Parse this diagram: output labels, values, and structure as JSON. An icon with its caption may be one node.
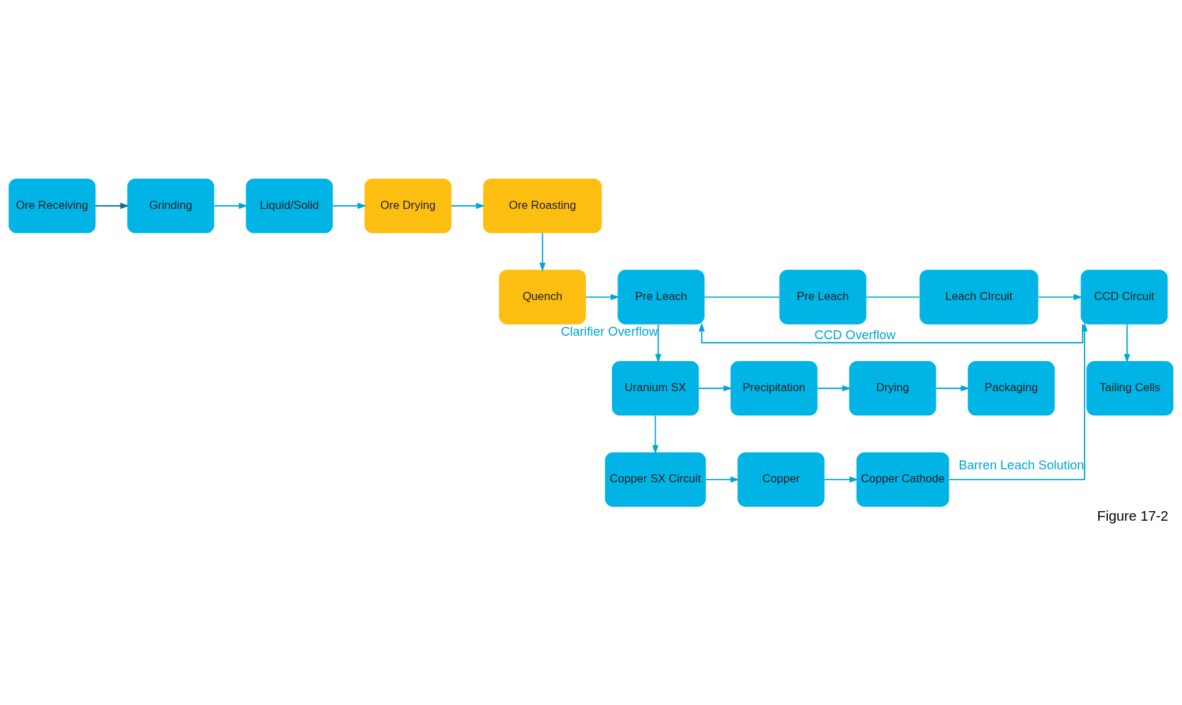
{
  "diagram": {
    "caption": "Figure 17-2",
    "nodes": [
      {
        "text": [
          "Ore Receiving"
        ]
      },
      {
        "text": [
          "Grinding"
        ]
      },
      {
        "text": [
          "Liquid/Solid"
        ]
      },
      {
        "text": [
          "Ore Drying"
        ]
      },
      {
        "text": [
          "Ore Roasting"
        ]
      },
      {
        "text": [
          "Quench"
        ]
      },
      {
        "text": [
          "Pre Leach"
        ]
      },
      {
        "text": [
          "Pre Leach"
        ]
      },
      {
        "text": [
          "Leach CIrcuit"
        ]
      },
      {
        "text": [
          "CCD Circuit"
        ]
      },
      {
        "text": [
          "Tailing Cells"
        ]
      },
      {
        "text": [
          "Uranium SX"
        ]
      },
      {
        "text": [
          "Precipitation"
        ]
      },
      {
        "text": [
          "Drying"
        ]
      },
      {
        "text": [
          "Packaging"
        ]
      },
      {
        "text": [
          "Copper SX Circuit"
        ]
      },
      {
        "text": [
          "Copper"
        ]
      },
      {
        "text": [
          "Copper Cathode"
        ]
      }
    ],
    "edges": [
      {
        "from": 0,
        "to": 1,
        "arrow": "to",
        "color": "#0e6f8f"
      },
      {
        "from": 1,
        "to": 2,
        "arrow": "to"
      },
      {
        "from": 2,
        "to": 3,
        "arrow": "to"
      },
      {
        "from": 3,
        "to": 4,
        "arrow": "to"
      },
      {
        "from": 4,
        "to": 5,
        "arrow": "to"
      },
      {
        "from": 5,
        "to": 6,
        "arrow": "to"
      },
      {
        "from": 6,
        "to": 7,
        "arrow": "none"
      },
      {
        "from": 7,
        "to": 8,
        "arrow": "none"
      },
      {
        "from": 8,
        "to": 9,
        "arrow": "to"
      },
      {
        "from": 9,
        "to": 6,
        "arrow": "to",
        "label": "CCD Overflow"
      },
      {
        "from": 9,
        "to": 10,
        "arrow": "to"
      },
      {
        "from": 6,
        "to": 11,
        "arrow": "to",
        "label": "Clarifier Overflow"
      },
      {
        "from": 11,
        "to": 12,
        "arrow": "to"
      },
      {
        "from": 12,
        "to": 13,
        "arrow": "to"
      },
      {
        "from": 13,
        "to": 14,
        "arrow": "to"
      },
      {
        "from": 11,
        "to": 15,
        "arrow": "to"
      },
      {
        "from": 15,
        "to": 16,
        "arrow": "to"
      },
      {
        "from": 16,
        "to": 17,
        "arrow": "to"
      },
      {
        "from": 17,
        "to": 9,
        "arrow": "to",
        "label": "Barren Leach Solution"
      }
    ]
  }
}
